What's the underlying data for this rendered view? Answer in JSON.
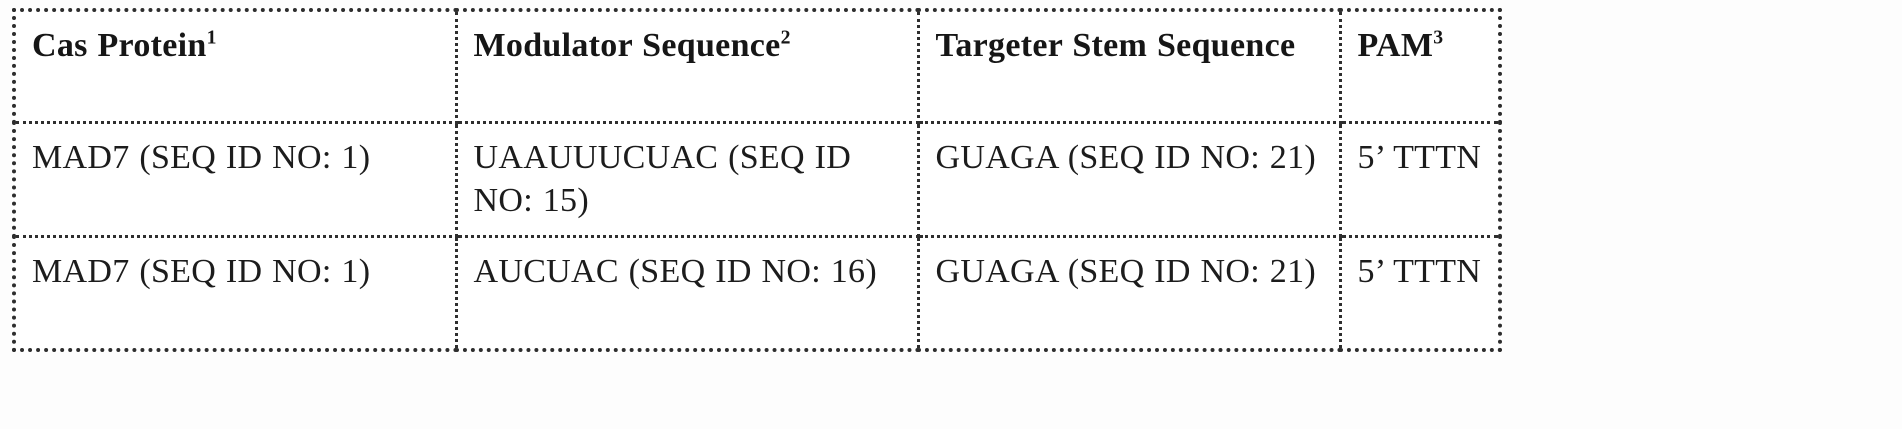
{
  "table": {
    "headers": [
      {
        "text": "Cas Protein",
        "sup": "1"
      },
      {
        "text": "Modulator Sequence",
        "sup": "2"
      },
      {
        "text": "Targeter Stem Sequence",
        "sup": ""
      },
      {
        "text": "PAM",
        "sup": "3"
      }
    ],
    "rows": [
      {
        "cells": [
          "MAD7 (SEQ ID NO: 1)",
          "UAAUUUCUAC (SEQ ID NO: 15)",
          "GUAGA (SEQ ID NO: 21)",
          "5’ TTTN"
        ]
      },
      {
        "cells": [
          "MAD7 (SEQ ID NO: 1)",
          "AUCUAC (SEQ ID NO: 16)",
          "GUAGA (SEQ ID NO: 21)",
          "5’ TTTN"
        ]
      }
    ]
  }
}
